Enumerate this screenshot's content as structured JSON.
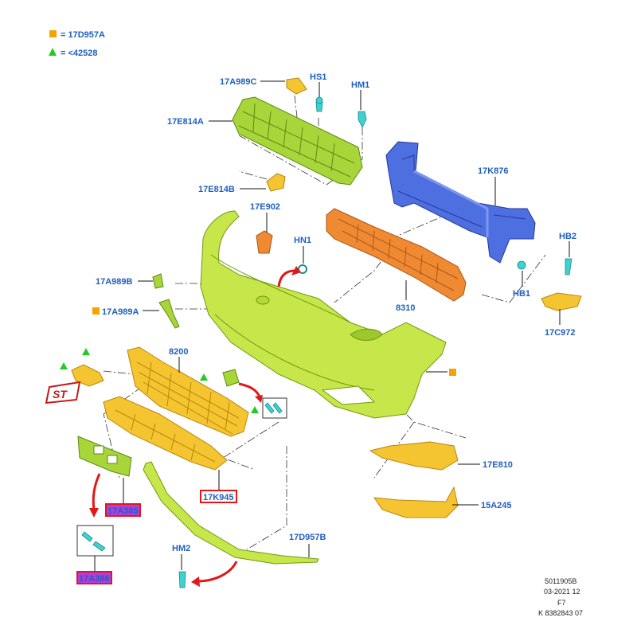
{
  "legend": [
    {
      "symbol": "square",
      "color": "#f5a300",
      "text": "= 17D957A"
    },
    {
      "symbol": "triangle",
      "color": "#22cc22",
      "text": "= <42528"
    }
  ],
  "callouts": {
    "c17A989C": "17A989C",
    "cHS1": "HS1",
    "cHM1": "HM1",
    "c17E814A": "17E814A",
    "c17K876": "17K876",
    "c17E814B": "17E814B",
    "c17E902": "17E902",
    "cHN1": "HN1",
    "cHB2": "HB2",
    "c17A989B": "17A989B",
    "cHB1": "HB1",
    "c17A989A": "17A989A",
    "c8310": "8310",
    "c17C972": "17C972",
    "c8200": "8200",
    "c17E810": "17E810",
    "c15A245": "15A245",
    "c17K945": "17K945",
    "c17A385": "17A385",
    "c17D957B": "17D957B",
    "cHM2": "HM2",
    "c17A386": "17A386"
  },
  "emblem_text": "ST",
  "footer": {
    "line1": "5011905B",
    "line2": "03-2021 12",
    "line3": "F7",
    "line4": "K 8382843 07"
  },
  "colors": {
    "label": "#1f5fbf",
    "highlight_border": "#e01818",
    "highlight_fill": "#b43cdc",
    "arrow": "#e01818"
  }
}
